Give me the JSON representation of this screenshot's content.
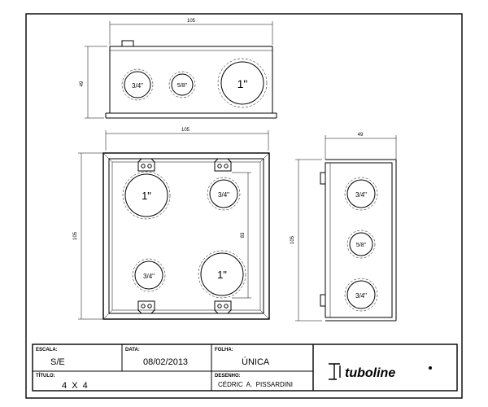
{
  "dimensions": {
    "top_width": "105",
    "top_height": "49",
    "front_width": "105",
    "front_height": "105",
    "front_inner": "83",
    "side_width": "49",
    "side_height": "105"
  },
  "top_view": {
    "holes": [
      "3/4\"",
      "5/8\"",
      "1\""
    ]
  },
  "front_view": {
    "holes": [
      "1\"",
      "3/4\"",
      "3/4\"",
      "1\""
    ]
  },
  "side_view": {
    "holes": [
      "3/4\"",
      "5/8\"",
      "3/4\""
    ]
  },
  "title_block": {
    "escala_label": "ESCALA:",
    "escala_value": "S/E",
    "data_label": "DATA:",
    "data_value": "08/02/2013",
    "folha_label": "FOLHA:",
    "folha_value": "ÚNICA",
    "titulo_label": "TÍTULO:",
    "titulo_value": "4  X  4",
    "desenho_label": "DESENHO:",
    "desenho_value": "CÉDRIC  A.  PISSARDINI",
    "logo_text": "tuboline"
  }
}
